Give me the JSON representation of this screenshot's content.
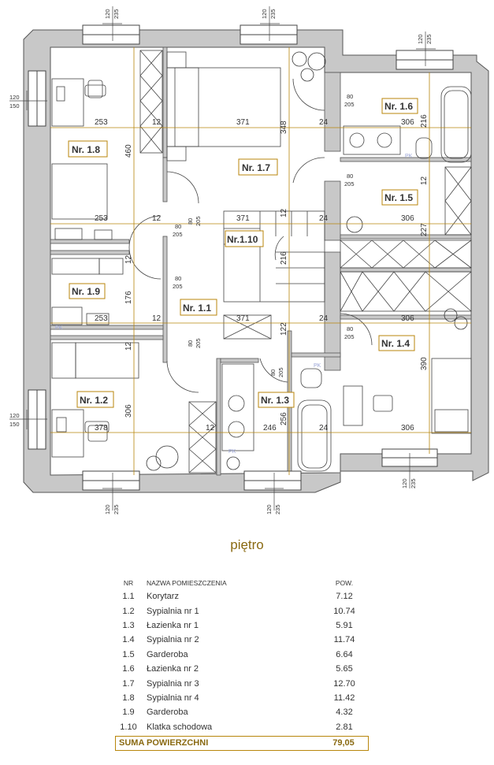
{
  "rooms": {
    "r18": "Nr. 1.8",
    "r17": "Nr. 1.7",
    "r16": "Nr. 1.6",
    "r15": "Nr. 1.5",
    "r110": "Nr.1.10",
    "r19": "Nr. 1.9",
    "r11": "Nr. 1.1",
    "r14": "Nr. 1.4",
    "r12": "Nr. 1.2",
    "r13": "Nr. 1.3"
  },
  "dims": {
    "w253a": "253",
    "w12a": "12",
    "w371a": "371",
    "w24a": "24",
    "w306a": "306",
    "w253b": "253",
    "w12b": "12",
    "w371b": "371",
    "w24b": "24",
    "w306b": "306",
    "w253c": "253",
    "w12c": "12",
    "w371c": "371",
    "w24c": "24",
    "w306c": "306",
    "w378": "378",
    "w12d": "12",
    "w246": "246",
    "w24d": "24",
    "w306d": "306",
    "h460": "460",
    "h348": "348",
    "h216a": "216",
    "h12a": "12",
    "h227": "227",
    "h12b": "12",
    "h176": "176",
    "h12c": "12",
    "h216b": "216",
    "h122": "122",
    "h390": "390",
    "h306": "306",
    "h256": "256",
    "h12d": "12"
  },
  "openings": {
    "d1": "80",
    "d1b": "205",
    "d2": "80",
    "d2b": "205",
    "d3": "80",
    "d3b": "205",
    "d4": "80",
    "d4b": "205",
    "d5": "80",
    "d5b": "205",
    "d6": "80",
    "d6b": "205",
    "d7": "80",
    "d7b": "205",
    "d8": "80",
    "d8b": "205"
  },
  "windows": {
    "t1a": "120",
    "t1b": "235",
    "t2a": "120",
    "t2b": "235",
    "t3a": "120",
    "t3b": "235",
    "l1a": "120",
    "l1b": "150",
    "l2a": "120",
    "l2b": "150",
    "b1a": "120",
    "b1b": "235",
    "b2a": "120",
    "b2b": "235",
    "b3a": "120",
    "b3b": "235"
  },
  "marks": {
    "pk1": "PK",
    "pk2": "PK",
    "pk3": "PK",
    "pk4": "PK"
  },
  "floor_title": "piętro",
  "table": {
    "headers": {
      "nr": "NR",
      "name": "NAZWA POMIESZCZENIA",
      "area": "POW."
    },
    "rows": [
      {
        "nr": "1.1",
        "name": "Korytarz",
        "area": "7.12"
      },
      {
        "nr": "1.2",
        "name": "Sypialnia nr 1",
        "area": "10.74"
      },
      {
        "nr": "1.3",
        "name": "Łazienka nr 1",
        "area": "5.91"
      },
      {
        "nr": "1.4",
        "name": "Sypialnia nr 2",
        "area": "11.74"
      },
      {
        "nr": "1.5",
        "name": "Garderoba",
        "area": "6.64"
      },
      {
        "nr": "1.6",
        "name": "Łazienka nr 2",
        "area": "5.65"
      },
      {
        "nr": "1.7",
        "name": "Sypialnia nr 3",
        "area": "12.70"
      },
      {
        "nr": "1.8",
        "name": "Sypialnia nr 4",
        "area": "11.42"
      },
      {
        "nr": "1.9",
        "name": "Garderoba",
        "area": "4.32"
      },
      {
        "nr": "1.10",
        "name": "Klatka schodowa",
        "area": "2.81"
      }
    ],
    "sum_label": "SUMA POWIERZCHNI",
    "sum_value": "79,05"
  },
  "colors": {
    "wall": "#c8c8c8",
    "wall_edge": "#555555",
    "dim_line": "#b8860b",
    "accent": "#8a6a12"
  }
}
